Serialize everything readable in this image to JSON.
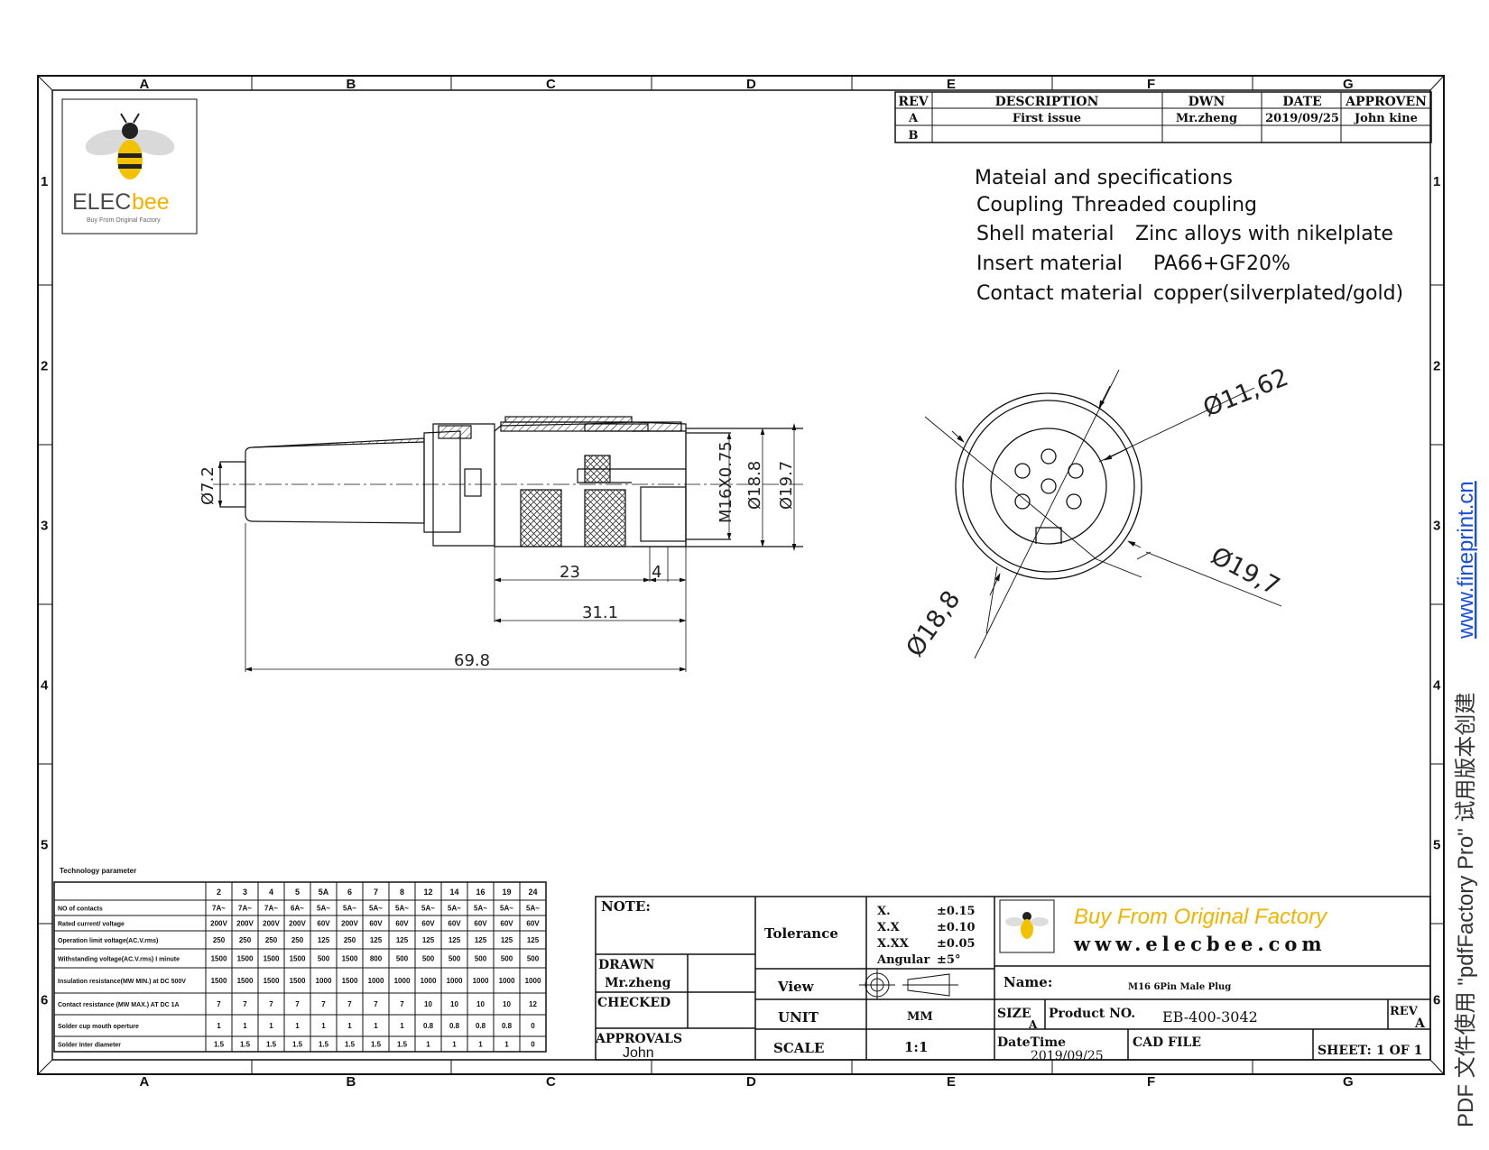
{
  "zones_top": [
    "A",
    "B",
    "C",
    "D",
    "E",
    "F",
    "G"
  ],
  "zones_side": [
    "1",
    "2",
    "3",
    "4",
    "5",
    "6"
  ],
  "logo": {
    "brand_a": "ELEC",
    "brand_b": "bee",
    "tagline": "Buy From Original Factory"
  },
  "revision_table": {
    "headers": [
      "REV",
      "DESCRIPTION",
      "DWN",
      "DATE",
      "APPROVEN"
    ],
    "rows": [
      [
        "A",
        "First issue",
        "Mr.zheng",
        "2019/09/25",
        "John kine"
      ],
      [
        "B",
        "",
        "",
        "",
        ""
      ]
    ]
  },
  "specs": {
    "title": "Mateial and specifications",
    "lines": [
      {
        "label": "Coupling",
        "value": "Threaded coupling"
      },
      {
        "label": "Shell material",
        "value": "Zinc alloys with nikelplate"
      },
      {
        "label": "Insert material",
        "value": "PA66+GF20%"
      },
      {
        "label": "Contact material",
        "value": "copper(silverplated/gold)"
      }
    ]
  },
  "side_view_dims": {
    "d_cable": "Ø7.2",
    "thread": "M16X0.75",
    "d1": "Ø18.8",
    "d2": "Ø19.7",
    "l1": "23",
    "l2": "4",
    "l3": "31.1",
    "l4": "69.8"
  },
  "front_view_dims": {
    "a": "Ø11,62",
    "b": "Ø19,7",
    "c": "Ø18,8"
  },
  "tech_table": {
    "title": "Technology parameter",
    "columns": [
      "2",
      "3",
      "4",
      "5",
      "5A",
      "6",
      "7",
      "8",
      "12",
      "14",
      "16",
      "19",
      "24"
    ],
    "rows": [
      {
        "label": "NO of contacts",
        "values": [
          "7A~",
          "7A~",
          "7A~",
          "6A~",
          "5A~",
          "5A~",
          "5A~",
          "5A~",
          "5A~",
          "5A~",
          "5A~",
          "5A~",
          "5A~"
        ]
      },
      {
        "label": "Rated current/ voltage",
        "values": [
          "200V",
          "200V",
          "200V",
          "200V",
          "60V",
          "200V",
          "60V",
          "60V",
          "60V",
          "60V",
          "60V",
          "60V",
          "60V"
        ]
      },
      {
        "label": "Operation limit voltage(AC.V.rms)",
        "values": [
          "250",
          "250",
          "250",
          "250",
          "125",
          "250",
          "125",
          "125",
          "125",
          "125",
          "125",
          "125",
          "125"
        ]
      },
      {
        "label": "Withstanding voltage(AC.V.rms) I minute",
        "values": [
          "1500",
          "1500",
          "1500",
          "1500",
          "500",
          "1500",
          "800",
          "500",
          "500",
          "500",
          "500",
          "500",
          "500"
        ]
      },
      {
        "label": "Insulation resistance(MW MIN.) at DC 500V",
        "values": [
          "1500",
          "1500",
          "1500",
          "1500",
          "1000",
          "1500",
          "1000",
          "1000",
          "1000",
          "1000",
          "1000",
          "1000",
          "1000"
        ]
      },
      {
        "label": "Contact resistance (MW MAX.) AT DC 1A",
        "values": [
          "7",
          "7",
          "7",
          "7",
          "7",
          "7",
          "7",
          "7",
          "10",
          "10",
          "10",
          "10",
          "12"
        ]
      },
      {
        "label": "Solder cup mouth operture",
        "values": [
          "1",
          "1",
          "1",
          "1",
          "1",
          "1",
          "1",
          "1",
          "0.8",
          "0.8",
          "0.8",
          "0.8",
          "0"
        ]
      },
      {
        "label": "Solder Inter diameter",
        "values": [
          "1.5",
          "1.5",
          "1.5",
          "1.5",
          "1.5",
          "1.5",
          "1.5",
          "1.5",
          "1",
          "1",
          "1",
          "1",
          "0"
        ]
      }
    ]
  },
  "title_block": {
    "note": "NOTE:",
    "drawn_label": "DRAWN",
    "drawn_value": "Mr.zheng",
    "checked_label": "CHECKED",
    "approvals_label": "APPROVALS",
    "approvals_value": "John",
    "tolerance_label": "Tolerance",
    "tolerances": [
      {
        "k": "X.",
        "v": "±0.15"
      },
      {
        "k": "X.X",
        "v": "±0.10"
      },
      {
        "k": "X.XX",
        "v": "±0.05"
      },
      {
        "k": "Angular",
        "v": "±5°"
      }
    ],
    "view_label": "View",
    "unit_label": "UNIT",
    "unit_value": "MM",
    "scale_label": "SCALE",
    "scale_value": "1:1",
    "slogan": "Buy From Original Factory",
    "website": "www.elecbee.com",
    "name_label": "Name:",
    "name_value": "M16 6Pin Male Plug",
    "size_label": "SIZE",
    "size_value": "A",
    "product_label": "Product NO.",
    "product_value": "EB-400-3042",
    "rev_label": "REV",
    "rev_value": "A",
    "datetime_label": "DateTime",
    "datetime_value": "2019/09/25",
    "cad_label": "CAD FILE",
    "sheet_label": "SHEET:",
    "sheet_value": "1 OF 1"
  },
  "watermark": {
    "text": "PDF 文件使用 \"pdfFactory Pro\" 试用版本创建 ",
    "link": "www.fineprint.cn"
  }
}
